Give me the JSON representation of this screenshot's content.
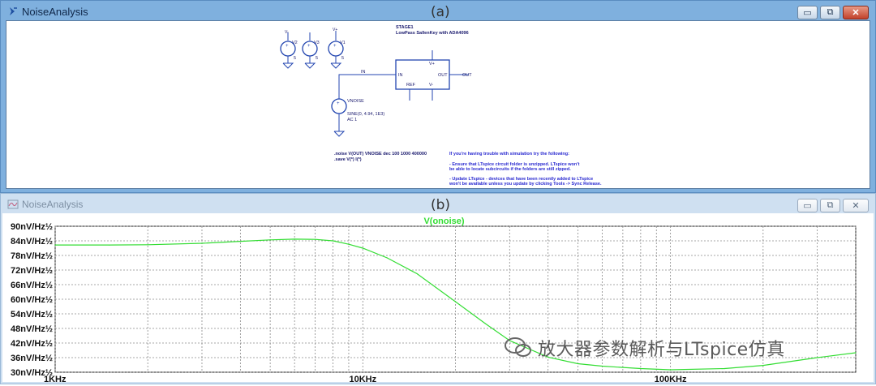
{
  "window_a": {
    "title": "NoiseAnalysis",
    "panel_label": "(a)",
    "controls": {
      "minimize": "▭",
      "maximize": "⧉",
      "close": "✕"
    },
    "schematic": {
      "sources": [
        {
          "name": "V2",
          "node": "V-",
          "value": "5",
          "top_label": "5+"
        },
        {
          "name": "V3",
          "node": "",
          "value": "5",
          "top_label": ""
        },
        {
          "name": "V1",
          "node": "V+",
          "value": "5",
          "top_label": ""
        }
      ],
      "stage_title": "STAGE1",
      "stage_subtitle": "LowPass SallenKey with ADA4096",
      "block_pins": {
        "in": "IN",
        "out": "OUT",
        "vplus": "V+",
        "ref": "REF",
        "vminus": "V-"
      },
      "net_in": "IN",
      "net_out": "OUT",
      "vnoise_name": "VNOISE",
      "vnoise_value": "SINE(0, 4.94, 1E3)",
      "vnoise_ac": "AC 1",
      "directive1": ".noise V(OUT) VNOISE dec 100 1000 400000",
      "directive2": ".save V(*) I(*)",
      "note_lines": [
        "If you're having trouble with simulation try the following:",
        "",
        "- Ensure that LTspice circuit folder is unzipped.  LTspice won't",
        "  be able to locate subcircuits if the folders are still zipped.",
        "",
        "- Update LTspice - devices that have been recently added to LTspice",
        "  won't be available unless you update by clicking Tools -> Sync Release."
      ]
    }
  },
  "window_b": {
    "title": "NoiseAnalysis",
    "panel_label": "(b)",
    "controls": {
      "minimize": "▭",
      "maximize": "⧉",
      "close": "✕"
    },
    "watermark": "放大器参数解析与LTspice仿真",
    "accent_color": "#33dd33"
  },
  "chart_data": {
    "type": "line",
    "title": "V(onoise)",
    "xscale": "log",
    "xlim": [
      1000,
      400000
    ],
    "ylim": [
      30,
      90
    ],
    "x_tick_labels": [
      {
        "value": 1000,
        "label": "1KHz"
      },
      {
        "value": 10000,
        "label": "10KHz"
      },
      {
        "value": 100000,
        "label": "100KHz"
      }
    ],
    "y_tick_labels": [
      {
        "value": 90,
        "label": "90nV/Hz½"
      },
      {
        "value": 84,
        "label": "84nV/Hz½"
      },
      {
        "value": 78,
        "label": "78nV/Hz½"
      },
      {
        "value": 72,
        "label": "72nV/Hz½"
      },
      {
        "value": 66,
        "label": "66nV/Hz½"
      },
      {
        "value": 60,
        "label": "60nV/Hz½"
      },
      {
        "value": 54,
        "label": "54nV/Hz½"
      },
      {
        "value": 48,
        "label": "48nV/Hz½"
      },
      {
        "value": 42,
        "label": "42nV/Hz½"
      },
      {
        "value": 36,
        "label": "36nV/Hz½"
      },
      {
        "value": 30,
        "label": "30nV/Hz½"
      }
    ],
    "grid": true,
    "series": [
      {
        "name": "V(onoise)",
        "color": "#33dd33",
        "x": [
          1000,
          1500,
          2000,
          3000,
          4000,
          5000,
          6000,
          7000,
          8000,
          9000,
          10000,
          12000,
          15000,
          20000,
          25000,
          30000,
          40000,
          50000,
          60000,
          80000,
          100000,
          150000,
          200000,
          300000,
          400000
        ],
        "y": [
          82.3,
          82.3,
          82.4,
          83.0,
          83.8,
          84.4,
          84.7,
          84.6,
          84.0,
          82.6,
          81.0,
          77.0,
          70.5,
          59.0,
          50.0,
          43.0,
          36.2,
          33.5,
          32.5,
          31.5,
          31.0,
          31.5,
          32.8,
          36.0,
          38.0
        ]
      }
    ]
  }
}
